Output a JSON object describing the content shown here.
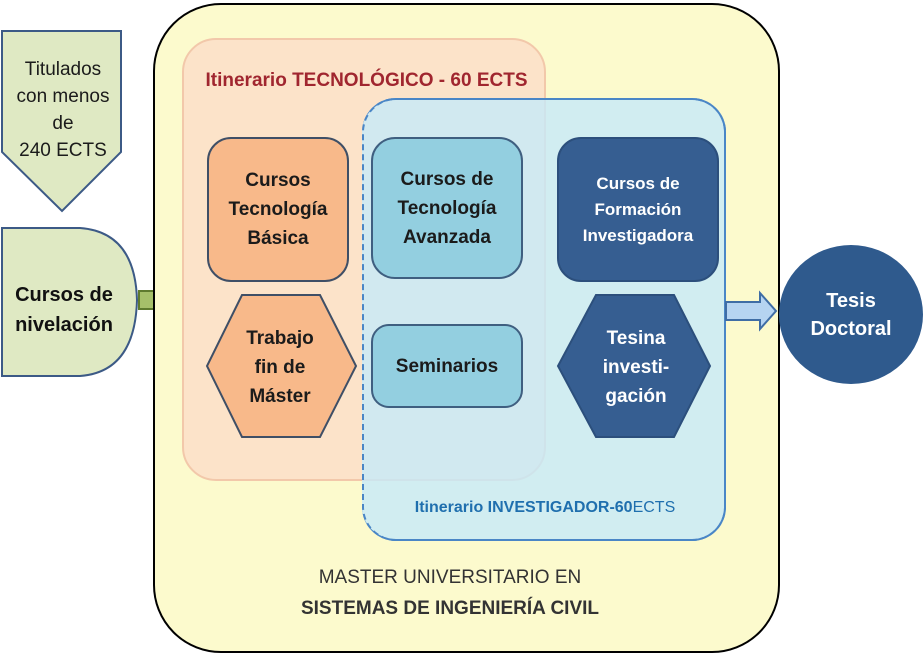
{
  "left": {
    "titulados": "Titulados\ncon menos\nde\n240 ECTS",
    "nivelacion": "Cursos de\nnivelación"
  },
  "itineraries": {
    "tecnologico_title": "Itinerario TECNOLÓGICO - 60 ECTS",
    "investigador_title_bold": "Itinerario INVESTIGADOR-60",
    "investigador_title_rest": " ECTS"
  },
  "boxes": {
    "cursos_basica": "Cursos\nTecnología\nBásica",
    "trabajo_fin": "Trabajo\nfin de\nMáster",
    "cursos_avanzada": "Cursos de\nTecnología\nAvanzada",
    "seminarios": "Seminarios",
    "cursos_formacion": "Cursos de\nFormación\nInvestigadora",
    "tesina": "Tesina\ninvesti-\ngación"
  },
  "tesis": "Tesis\nDoctoral",
  "master": {
    "line1": "MASTER UNIVERSITARIO EN",
    "line2": "SISTEMAS DE INGENIERÍA CIVIL"
  },
  "colors": {
    "master_bg": "#fcfacd",
    "tech_bg": "#fcdec8",
    "research_bg": "#c6eafa",
    "orange_box": "#f8b98a",
    "blue_light_box": "#93cfe0",
    "blue_dark_box": "#365e91",
    "green_box": "#dfe9c3",
    "tech_title": "#a0262f",
    "research_title": "#1f6fae"
  }
}
